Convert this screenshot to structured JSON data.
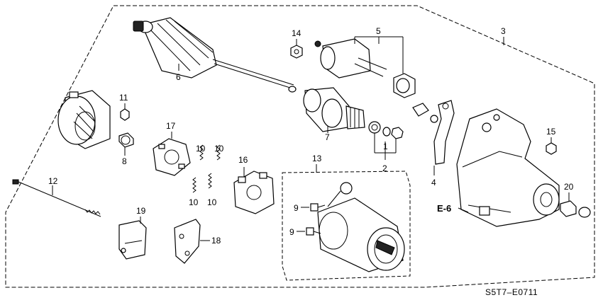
{
  "diagram_code": "S5T7–E0711",
  "reference_marker": "E-6",
  "callouts": {
    "c1": "1",
    "c2": "2",
    "c3": "3",
    "c4": "4",
    "c5": "5",
    "c6": "6",
    "c7": "7",
    "c8": "8",
    "c9a": "9",
    "c9b": "9",
    "c10a": "10",
    "c10b": "10",
    "c10c": "10",
    "c10d": "10",
    "c11": "11",
    "c12": "12",
    "c13": "13",
    "c14": "14",
    "c15": "15",
    "c16": "16",
    "c17": "17",
    "c18": "18",
    "c19": "19",
    "c20": "20"
  }
}
